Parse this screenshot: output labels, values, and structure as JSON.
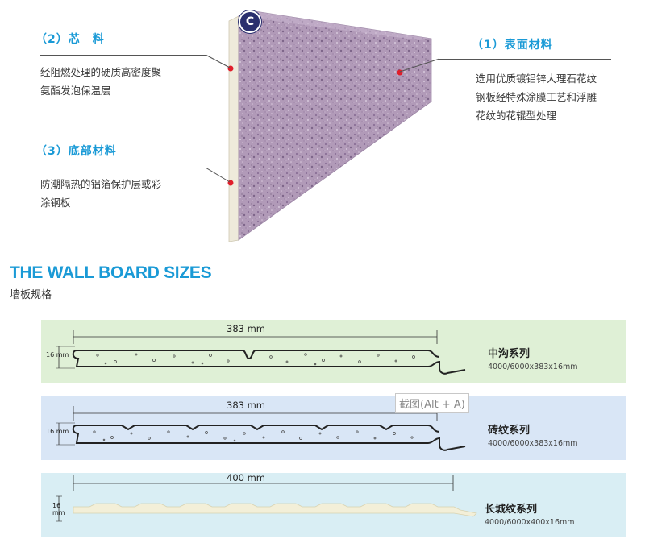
{
  "top": {
    "logo_letter": "C",
    "core": {
      "heading": "（2）芯　料",
      "lines": [
        "经阻燃处理的硬质高密度聚",
        "氨酯发泡保温层"
      ]
    },
    "bottom": {
      "heading": "（3）底部材料",
      "lines": [
        "防潮隔热的铝箔保护层或彩",
        "涂钢板"
      ]
    },
    "surface": {
      "heading": "（1）表面材料",
      "lines": [
        "选用优质镀铝锌大理石花纹",
        "钢板经特殊涂膜工艺和浮雕",
        "花纹的花辊型处理"
      ]
    }
  },
  "sizes": {
    "title": "THE WALL BOARD SIZES",
    "subtitle": "墙板规格",
    "series": [
      {
        "width_label": "383 mm",
        "thickness_label": "16 mm",
        "name": "中沟系列",
        "dims": "4000/6000x383x16mm",
        "bg": "#dff0d6"
      },
      {
        "width_label": "383 mm",
        "thickness_label": "16 mm",
        "name": "砖纹系列",
        "dims": "4000/6000x383x16mm",
        "bg": "#d9e6f6"
      },
      {
        "width_label": "400 mm",
        "thickness_label": "16 mm",
        "name": "长城纹系列",
        "dims": "4000/6000x400x16mm",
        "bg": "#d9eef4"
      }
    ]
  },
  "overlay": {
    "tooltip": "截图(Alt + A)"
  },
  "colors": {
    "accent": "#1a9ad6",
    "marker": "#e11d2a"
  }
}
